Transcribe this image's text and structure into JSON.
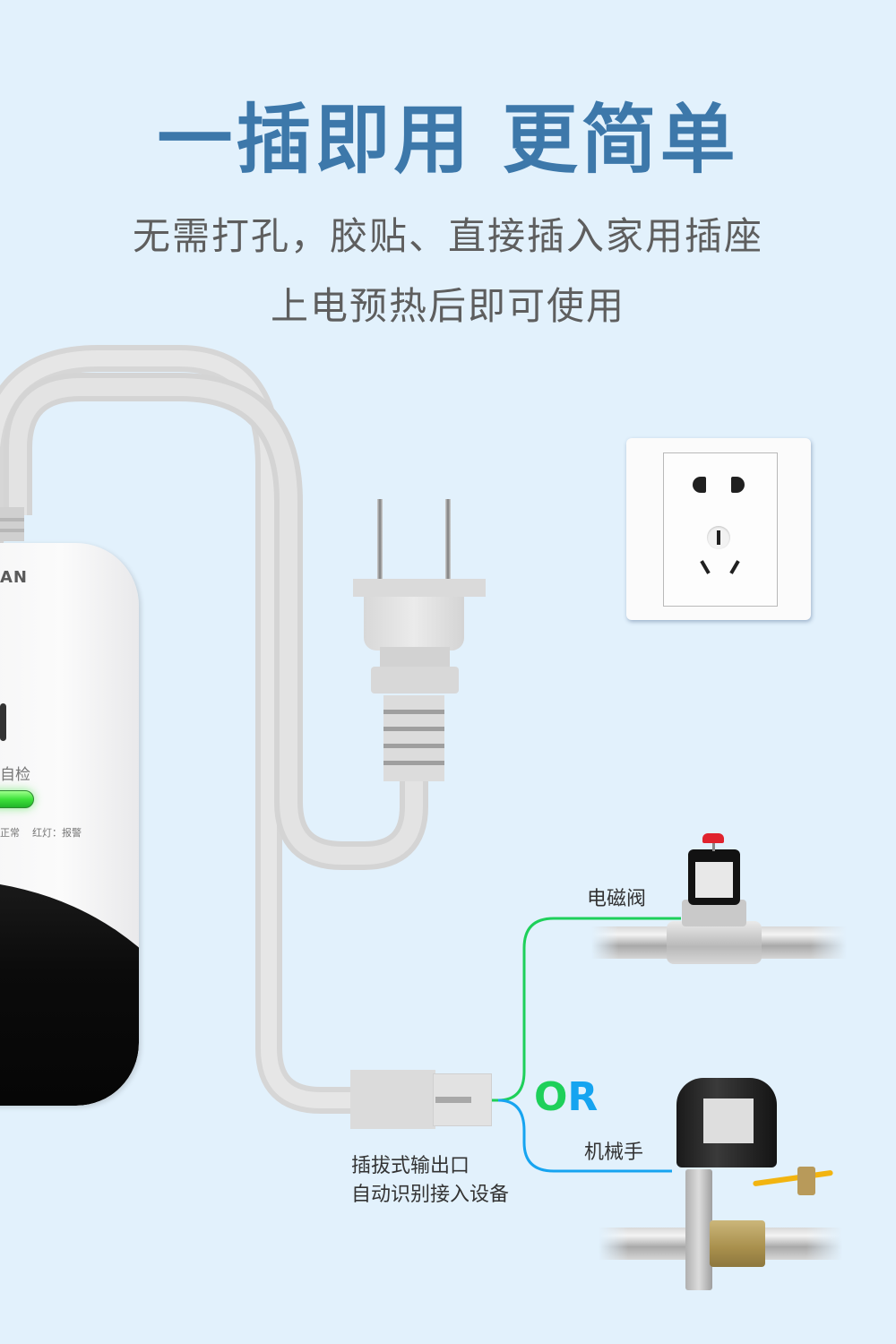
{
  "header": {
    "headline": "一插即用 更简单",
    "subline1": "无需打孔，胶贴、直接插入家用插座",
    "subline2": "上电预热后即可使用"
  },
  "device": {
    "brand_fragment": "AN",
    "selftest_label": "自检",
    "led_legend": "正常    红灯：报警"
  },
  "outputs": {
    "or_o": "O",
    "or_r": "R",
    "solenoid_valve_label": "电磁阀",
    "manipulator_label": "机械手",
    "port_line1": "插拔式输出口",
    "port_line2": "自动识别接入设备"
  },
  "colors": {
    "background": "#e2f1fc",
    "headline": "#3d78aa",
    "subtext": "#5e5e5e",
    "wire_green": "#1ed05a",
    "wire_blue": "#16a4f0",
    "led_green": "#3ee23a"
  },
  "icons": {
    "plug": "two-prong-plug-icon",
    "outlet": "wall-socket-icon",
    "solenoid_valve": "solenoid-valve-icon",
    "manipulator": "valve-manipulator-icon"
  }
}
